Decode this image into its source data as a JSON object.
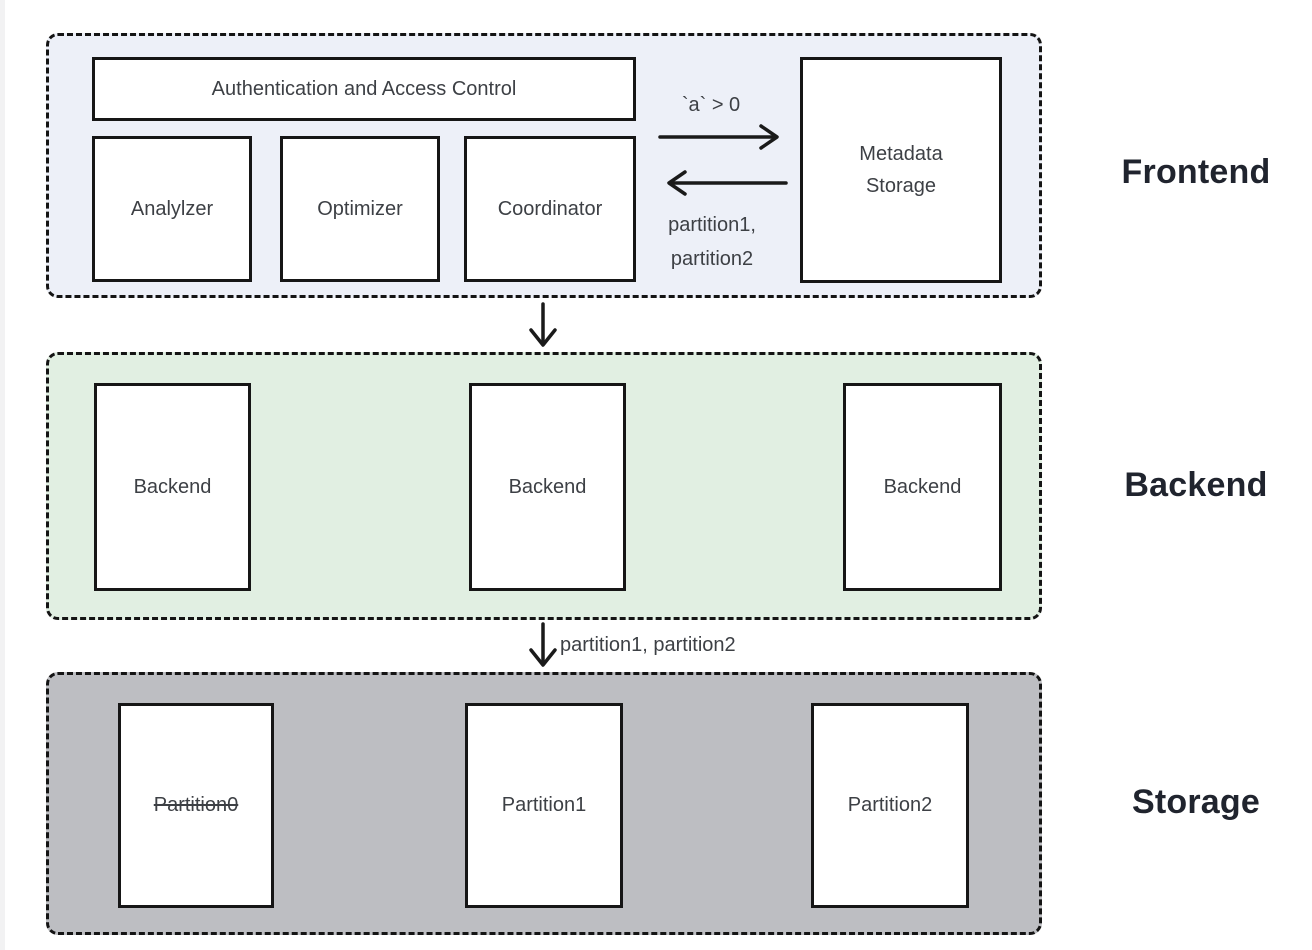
{
  "frontend": {
    "layer_label": "Frontend",
    "auth_label": "Authentication and Access Control",
    "modules": [
      "Analylzer",
      "Optimizer",
      "Coordinator"
    ],
    "metadata_label": "Metadata Storage",
    "to_metadata_arrow_label": "`a` > 0",
    "from_metadata_arrow_label": "partition1,\npartition2"
  },
  "backend": {
    "layer_label": "Backend",
    "nodes": [
      "Backend",
      "Backend",
      "Backend"
    ]
  },
  "storage": {
    "layer_label": "Storage",
    "partitions": [
      "Partition0",
      "Partition1",
      "Partition2"
    ],
    "partition0_struck_out": true
  },
  "arrows": {
    "backend_to_storage_label": "partition1, partition2"
  },
  "colors": {
    "frontend_bg": "#edf0f8",
    "backend_bg": "#e1efe2",
    "storage_bg": "#bdbec2",
    "box_border": "#161616",
    "arrow": "#1a1a1a",
    "layer_label_text": "#20242e",
    "box_text": "#3d4045"
  }
}
